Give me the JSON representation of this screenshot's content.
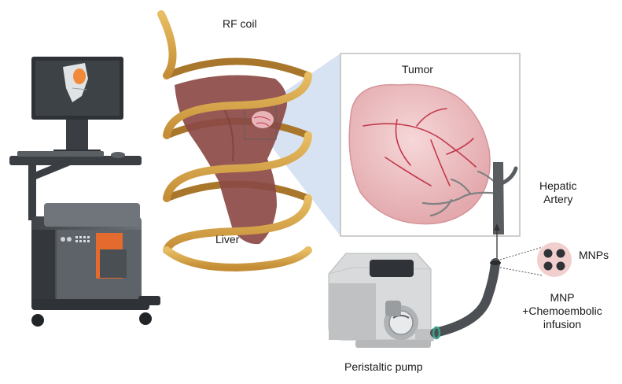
{
  "labels": {
    "rf_coil": "RF coil",
    "tumor": "Tumor",
    "hepatic_artery_line1": "Hepatic",
    "hepatic_artery_line2": "Artery",
    "liver": "Liver",
    "mnps": "MNPs",
    "infusion_line1": "MNP",
    "infusion_line2": "+Chemoembolic",
    "infusion_line3": "infusion",
    "pump": "Peristaltic pump"
  },
  "colors": {
    "coil": "#d8a44a",
    "liver": "#8c4a45",
    "tumor": "#e8b4b8",
    "vessel": "#c0394a",
    "artery": "#5a5d60",
    "device": "#5c6166",
    "accent": "#e46a2e",
    "beam": "#c9d9ef"
  }
}
